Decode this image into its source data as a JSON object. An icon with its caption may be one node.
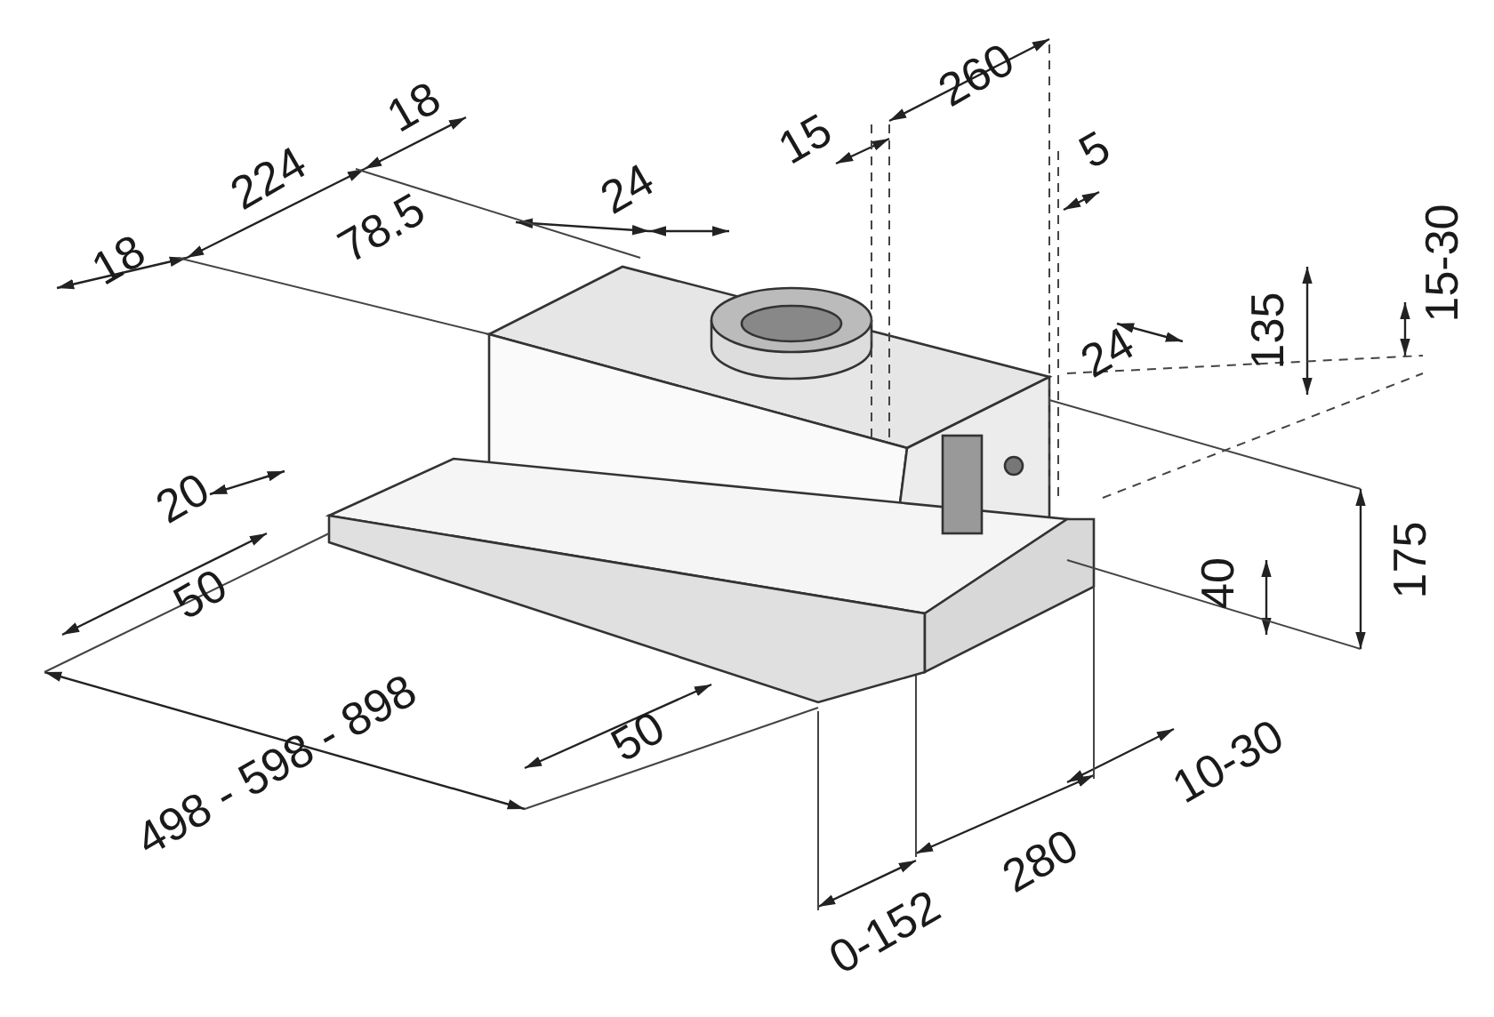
{
  "diagram": {
    "labels": [
      "260",
      "18",
      "224",
      "15",
      "5",
      "24",
      "18",
      "78.5",
      "15-30",
      "135",
      "24",
      "20",
      "175",
      "50",
      "40",
      "498 - 598 - 898",
      "50",
      "10-30",
      "280",
      "0-152"
    ]
  }
}
